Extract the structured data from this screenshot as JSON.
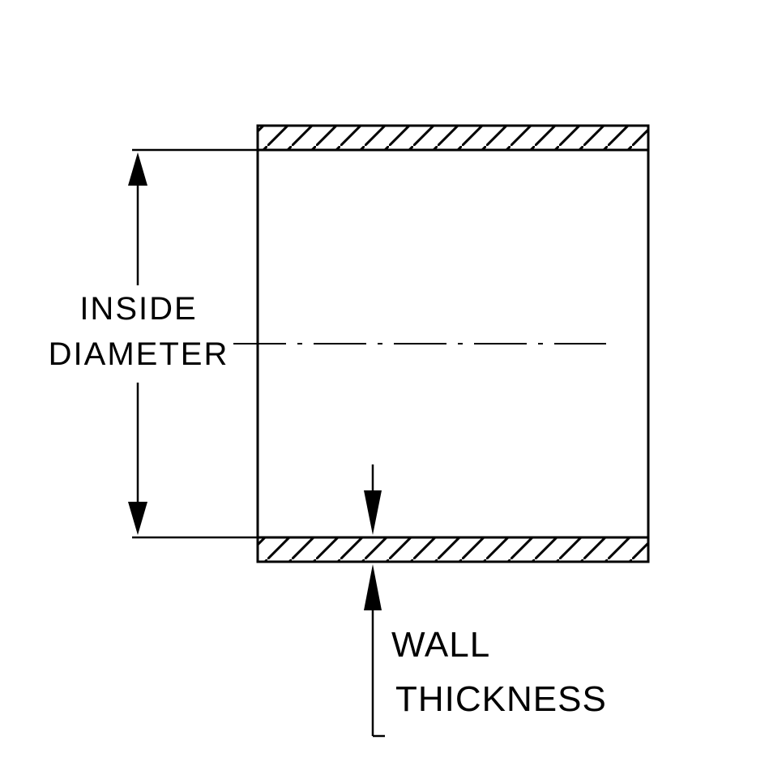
{
  "diagram": {
    "kind": "technical-dimension-drawing",
    "subject": "hose-coupler-cross-section",
    "labels": {
      "inside_diameter_line1": "INSIDE",
      "inside_diameter_line2": "DIAMETER",
      "wall_thickness_line1": "WALL",
      "wall_thickness_line2": "THICKNESS"
    },
    "colors": {
      "line": "#000000",
      "background": "#ffffff"
    }
  }
}
